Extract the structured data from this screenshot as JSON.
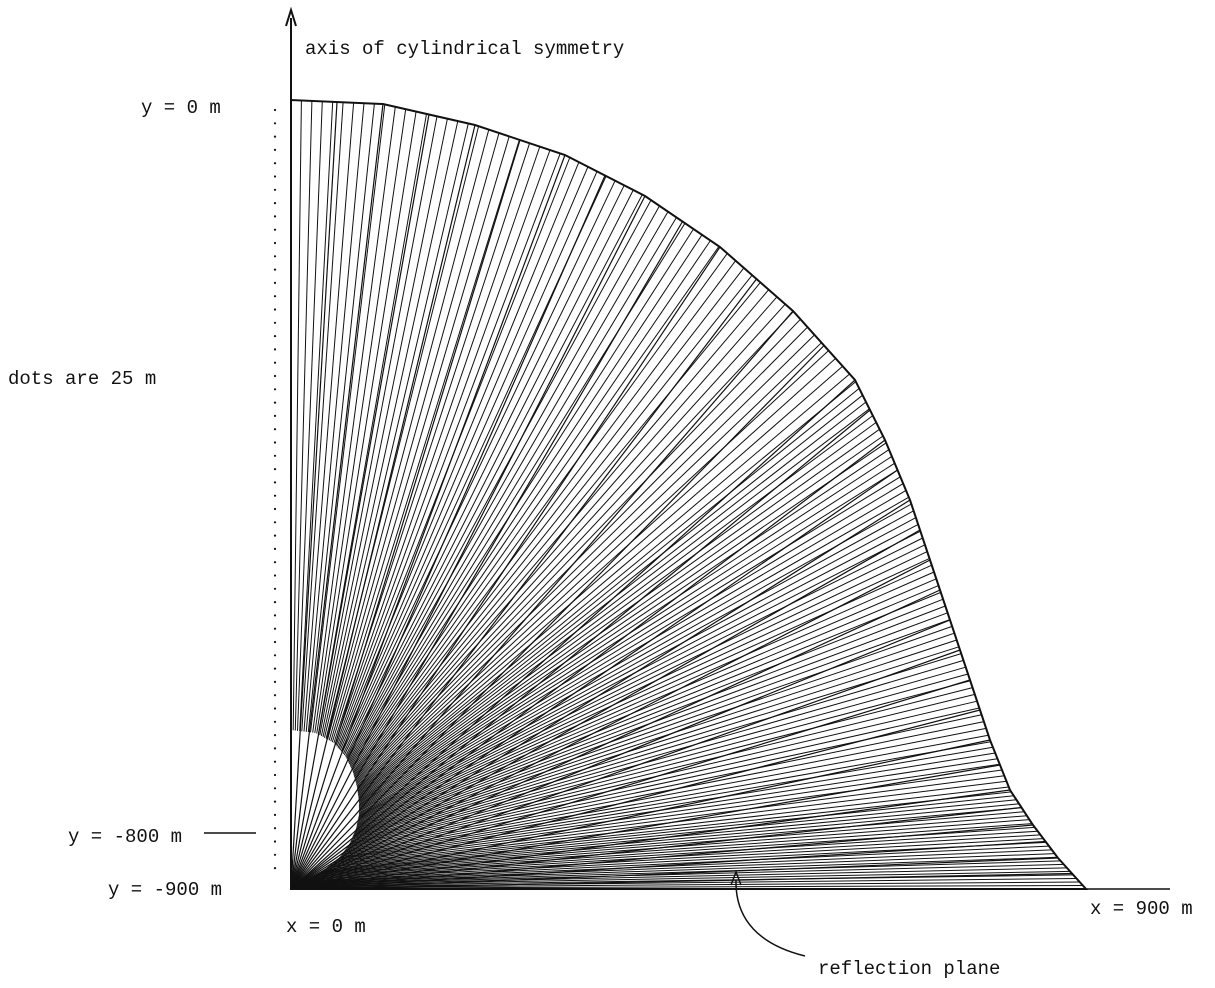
{
  "labels": {
    "axis": "axis of cylindrical symmetry",
    "y_top": "y = 0 m",
    "dots": "dots are 25 m",
    "y_mid": "y = -800 m",
    "y_bottom": "y = -900 m",
    "x_left": "x = 0 m",
    "x_right": "x = 900 m",
    "reflection": "reflection plane"
  },
  "colors": {
    "ink": "#111111",
    "background": "#ffffff"
  }
}
